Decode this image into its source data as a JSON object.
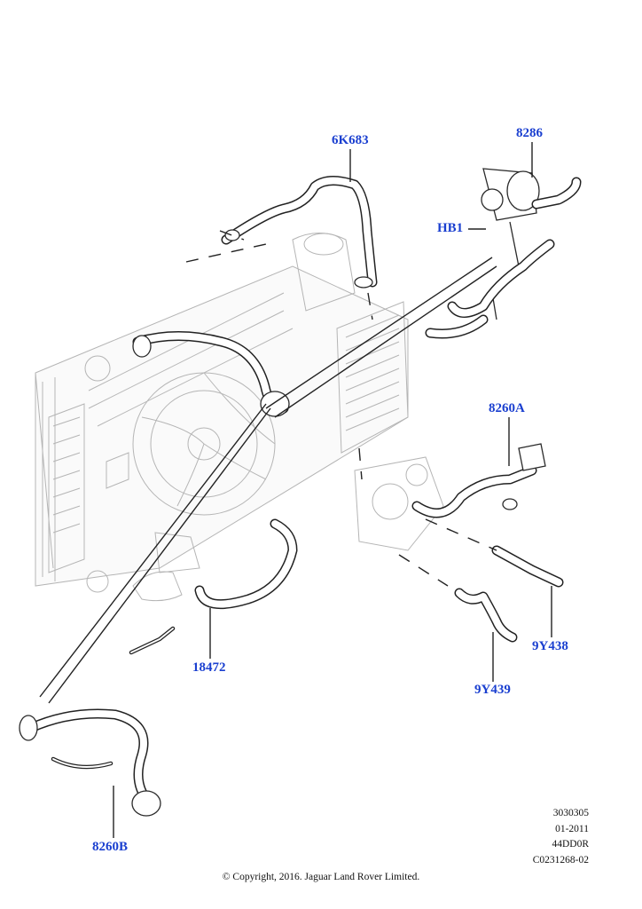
{
  "diagram": {
    "callouts": {
      "c6k683": "6K683",
      "c8286": "8286",
      "chb1": "HB1",
      "c8260a": "8260A",
      "c18472": "18472",
      "c9y438": "9Y438",
      "c9y439": "9Y439",
      "c8260b": "8260B"
    },
    "reference": {
      "line1": "3030305",
      "line2": "01-2011",
      "line3": "44DD0R",
      "line4": "C0231268-02"
    },
    "copyright": "© Copyright, 2016. Jaguar Land Rover Limited."
  },
  "colors": {
    "callout": "#1a3fd0",
    "line_art": "#222222",
    "ghost_art": "#b5b5b5",
    "background": "#ffffff"
  }
}
